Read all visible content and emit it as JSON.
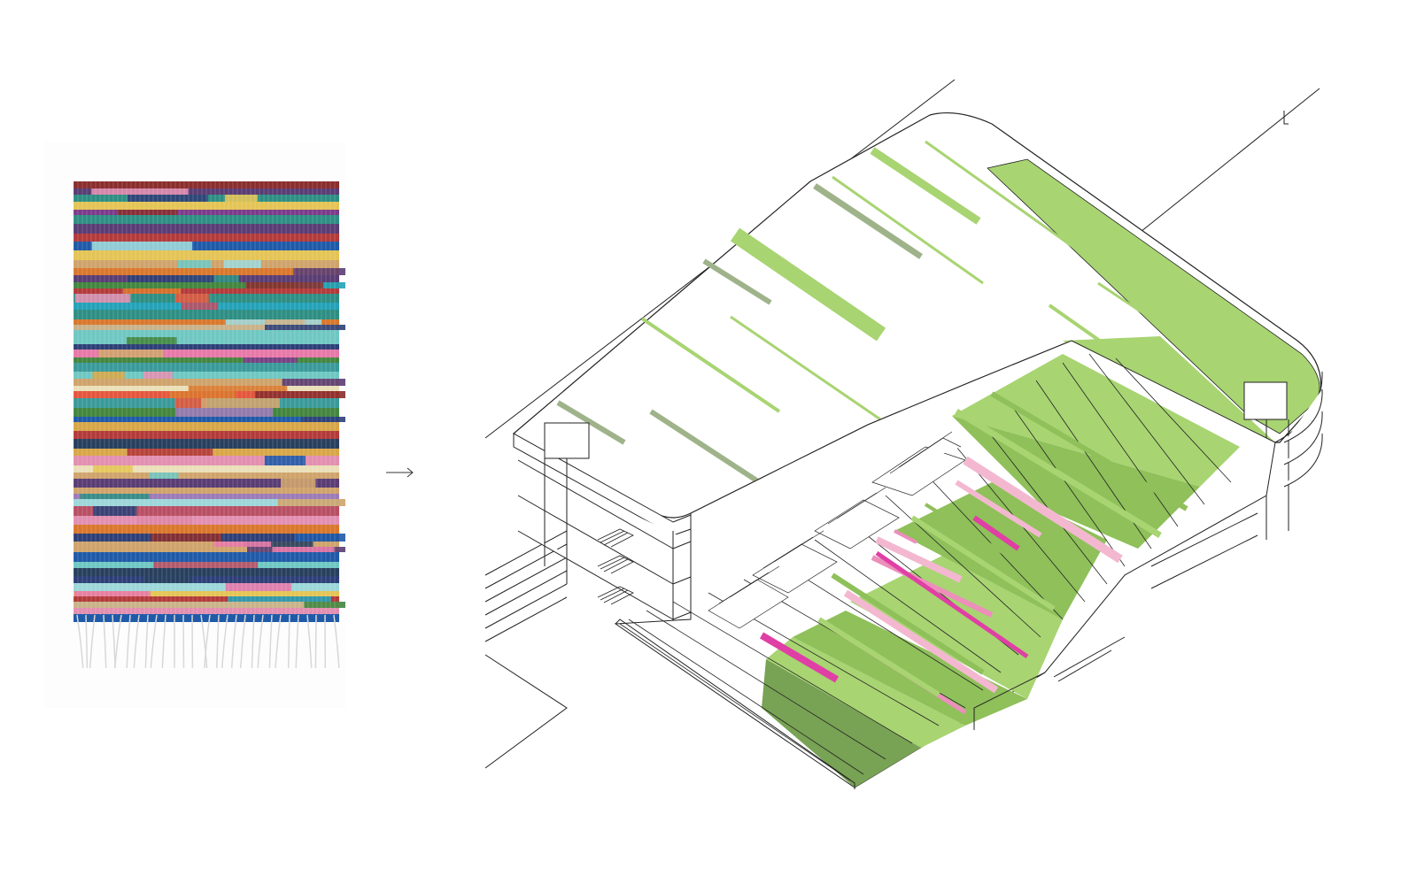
{
  "figure": {
    "left_panel": "woven-rag-rug-photo",
    "arrow": "transformation-arrow",
    "right_panel": "axonometric-building-section"
  },
  "colors": {
    "background": "#ffffff",
    "line": "#222222",
    "green_light": "#a8d472",
    "green_mid": "#8fc05a",
    "green_dark": "#78a254",
    "green_grey": "#9fb38a",
    "pink_light": "#f3b8d0",
    "pink_mid": "#ec8fbb",
    "magenta": "#e03fa5"
  },
  "rug_palette": [
    "#c9b28a",
    "#6fc7c2",
    "#e778a8",
    "#2d3f77",
    "#d8a648",
    "#9dd7d9",
    "#2e8e83",
    "#b33a3a",
    "#1f5aa8",
    "#cfa36b",
    "#5a3d74",
    "#e4c455",
    "#28405e",
    "#8a2e2e",
    "#e28fb0",
    "#3a9a9a",
    "#d9772c",
    "#9c7ab8",
    "#43863f",
    "#b94f64",
    "#23a2b8",
    "#eadfb8",
    "#7c3b8a",
    "#e5563d"
  ]
}
